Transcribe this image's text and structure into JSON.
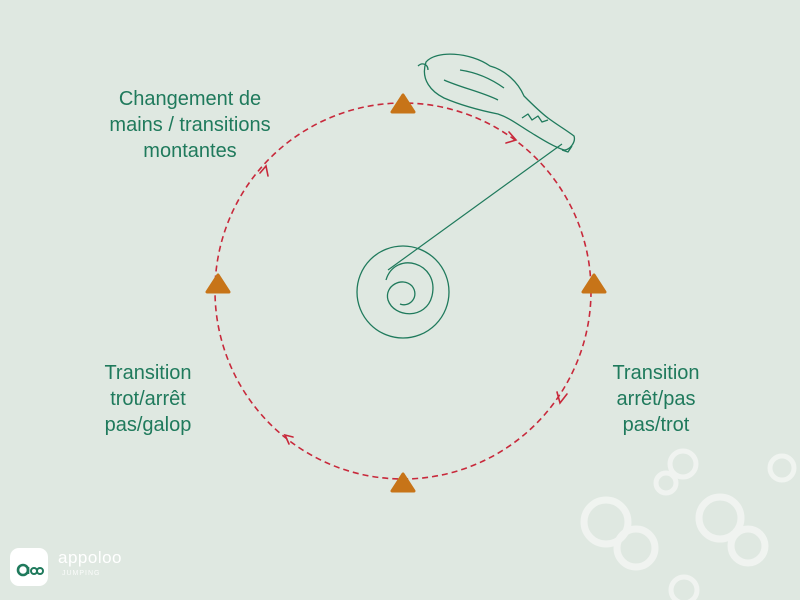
{
  "labels": {
    "top_left": [
      "Changement de",
      "mains / transitions",
      "montantes"
    ],
    "left": [
      "Transition",
      "trot/arrêt",
      "pas/galop"
    ],
    "right": [
      "Transition",
      "arrêt/pas",
      "pas/trot"
    ]
  },
  "logo": {
    "word": "appoloo",
    "sub": "JUMPING"
  },
  "colors": {
    "background": "#dfe8e1",
    "text": "#1f7a5c",
    "dashed_circle": "#c8293b",
    "markers": "#c77418",
    "center_lines": "#1f7a5c"
  },
  "icons": [
    "cone-marker-icon",
    "horse-icon",
    "lunge-handler-spiral-icon",
    "appoloo-logo-icon"
  ]
}
